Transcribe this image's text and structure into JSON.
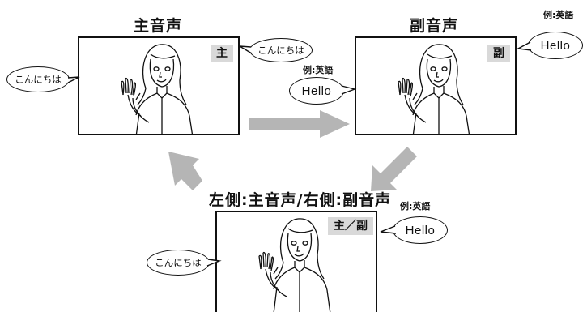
{
  "panels": {
    "main": {
      "title": "主音声",
      "badge": "主",
      "bubble_left": "こんにちは",
      "bubble_right": "こんにちは"
    },
    "sub": {
      "title": "副音声",
      "badge": "副",
      "example_label_left": "例:英語",
      "bubble_left": "Hello",
      "example_label_right": "例:英語",
      "bubble_right": "Hello"
    },
    "both": {
      "title": "左側:主音声/右側:副音声",
      "badge": "主／副",
      "bubble_left": "こんにちは",
      "example_label_right": "例:英語",
      "bubble_right": "Hello"
    }
  },
  "colors": {
    "arrow": "#b5b5b5",
    "badge_bg": "#d9d9d9",
    "line": "#111111"
  }
}
